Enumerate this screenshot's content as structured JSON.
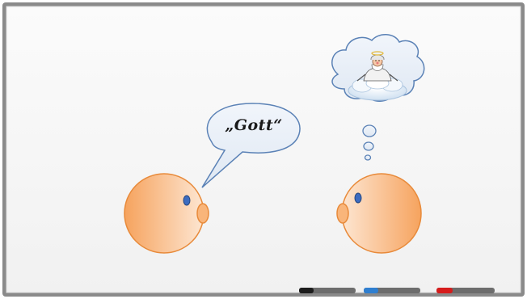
{
  "scene": {
    "speech_text": "„Gott“",
    "colors": {
      "board_border": "#6f6f6f",
      "board_surface": "#f7f7f7",
      "bubble_fill": "#e9f0f8",
      "bubble_stroke": "#5b82b6",
      "head_fill_light": "#fde0c6",
      "head_fill_dark": "#f6a35e",
      "head_stroke": "#e88a3a",
      "eye": "#3d6cc0",
      "marker_black": "#1c1c1c",
      "marker_blue": "#2f7fd0",
      "marker_red": "#d61c1c",
      "marker_body": "#6d6d6d"
    }
  },
  "markers": [
    {
      "name": "black-marker",
      "color": "#1c1c1c"
    },
    {
      "name": "blue-marker",
      "color": "#2f7fd0"
    },
    {
      "name": "red-marker",
      "color": "#d61c1c"
    }
  ]
}
